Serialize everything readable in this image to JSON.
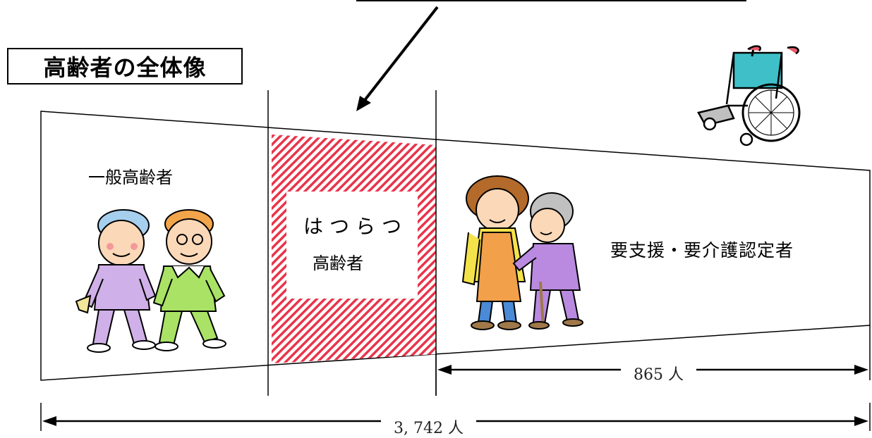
{
  "title": "高齢者の全体像",
  "segments": {
    "general": {
      "label": "一般高齢者"
    },
    "hatsuratsu": {
      "label_line1": "はつらつ",
      "label_line2": "高齢者"
    },
    "care": {
      "label": "要支援・要介護認定者"
    }
  },
  "measures": {
    "care_count": "865 人",
    "total_count": "3, 742 人"
  },
  "colors": {
    "hatch": "#e8344a",
    "line": "#000000"
  },
  "icons": [
    "wheelchair-icon",
    "elderly-walkers-illustration",
    "caregiver-illustration",
    "arrow-icon"
  ]
}
